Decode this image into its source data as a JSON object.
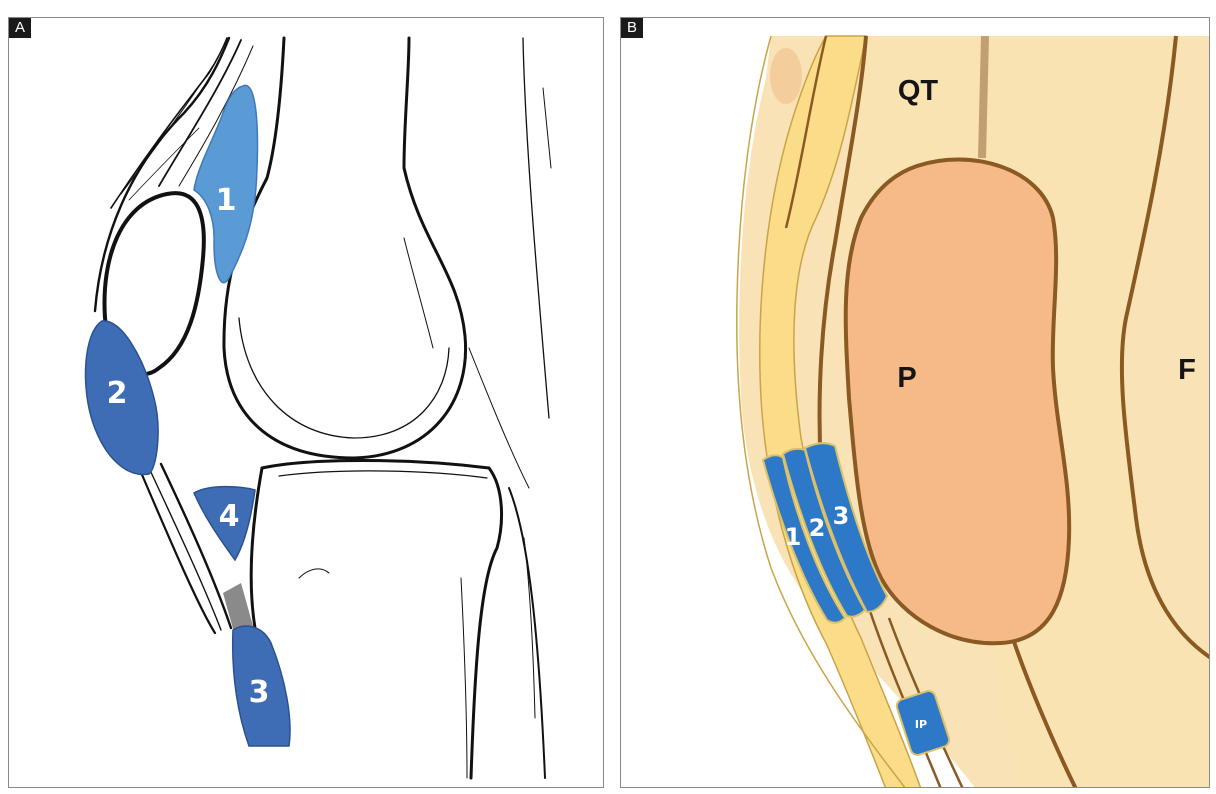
{
  "panel_a": {
    "tag": "A",
    "bursae": [
      {
        "label": "1"
      },
      {
        "label": "2"
      },
      {
        "label": "3"
      },
      {
        "label": "4"
      }
    ]
  },
  "panel_b": {
    "tag": "B",
    "structures": {
      "qt": "QT",
      "p": "P",
      "f": "F"
    },
    "bursae": [
      {
        "label": "1"
      },
      {
        "label": "2"
      },
      {
        "label": "3"
      },
      {
        "label": "IP"
      }
    ]
  },
  "colors": {
    "bursa_blue_light": "#5b9bd5",
    "bursa_blue_dark": "#3e6db5",
    "bursa_blue_b": "#2e78c8",
    "skin": "#f8e2b6",
    "fat": "#fbdc88",
    "bone": "#f5ba88",
    "outline": "#8a5a22",
    "line": "#111111"
  }
}
